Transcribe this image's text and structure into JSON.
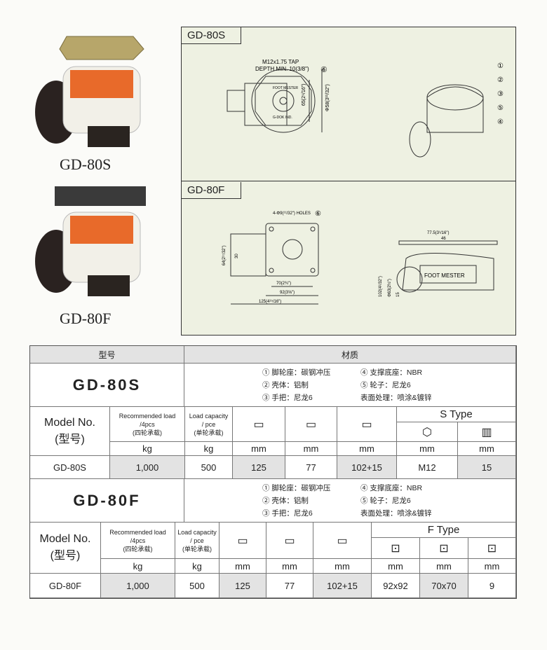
{
  "photos": [
    {
      "caption": "GD-80S"
    },
    {
      "caption": "GD-80F"
    }
  ],
  "drawings": {
    "s": {
      "tab": "GD-80S",
      "tap": "M12x1.75 TAP",
      "depth": "DEPTH MIN. 10(3/8\")",
      "callout": "⑥",
      "dim1": "65(2⁹/16\")",
      "dim2": "Φ58(3¹¹/32\")",
      "brand": "FOOT MESTER",
      "brand2": "G-DOK IND.",
      "parts": [
        "①",
        "②",
        "③",
        "⑤",
        "④"
      ]
    },
    "f": {
      "tab": "GD-80F",
      "holes": "4-Φ9(¹¹/32\") HOLES",
      "callout": "⑥",
      "d70": "70(2¾\")",
      "d92": "92(3⅝\")",
      "d125": "125(4¹⁵/16\")",
      "d64": "64(2¹⁷/32\")",
      "d30": "30",
      "d775": "77.5(3¹/16\")",
      "d46": "46",
      "d102": "102(4¹/32\")",
      "d63": "Φ63(2½\")",
      "d15": "15",
      "brand": "FOOT MESTER"
    }
  },
  "table": {
    "header_model": "型号",
    "header_material": "材质",
    "units": [
      "kg",
      "kg",
      "mm",
      "mm",
      "mm",
      "mm",
      "mm"
    ],
    "col_model": "Model No.",
    "col_model_cn": "(型号)",
    "col_rec": "Recommended load",
    "col_rec2": "/4pcs",
    "col_rec3": "(四轮承载)",
    "col_cap": "Load capacity",
    "col_cap2": "/ pce",
    "col_cap3": "(单轮承载)",
    "products": [
      {
        "name": "GD-80S",
        "type": "S Type",
        "materials": [
          "① 脚轮座：碳钢冲压",
          "④ 支撑底座：NBR",
          "② 壳体：铝制",
          "⑤ 轮子：尼龙6",
          "③ 手把：尼龙6",
          "表面处理：喷涂&镀锌"
        ],
        "row": [
          "GD-80S",
          "1,000",
          "500",
          "125",
          "77",
          "102+15",
          "M12",
          "15"
        ]
      },
      {
        "name": "GD-80F",
        "type": "F Type",
        "materials": [
          "① 脚轮座：碳钢冲压",
          "④ 支撑底座：NBR",
          "② 壳体：铝制",
          "⑤ 轮子：尼龙6",
          "③ 手把：尼龙6",
          "表面处理：喷涂&镀锌"
        ],
        "row": [
          "GD-80F",
          "1,000",
          "500",
          "125",
          "77",
          "102+15",
          "92x92",
          "70x70",
          "9"
        ]
      }
    ]
  }
}
